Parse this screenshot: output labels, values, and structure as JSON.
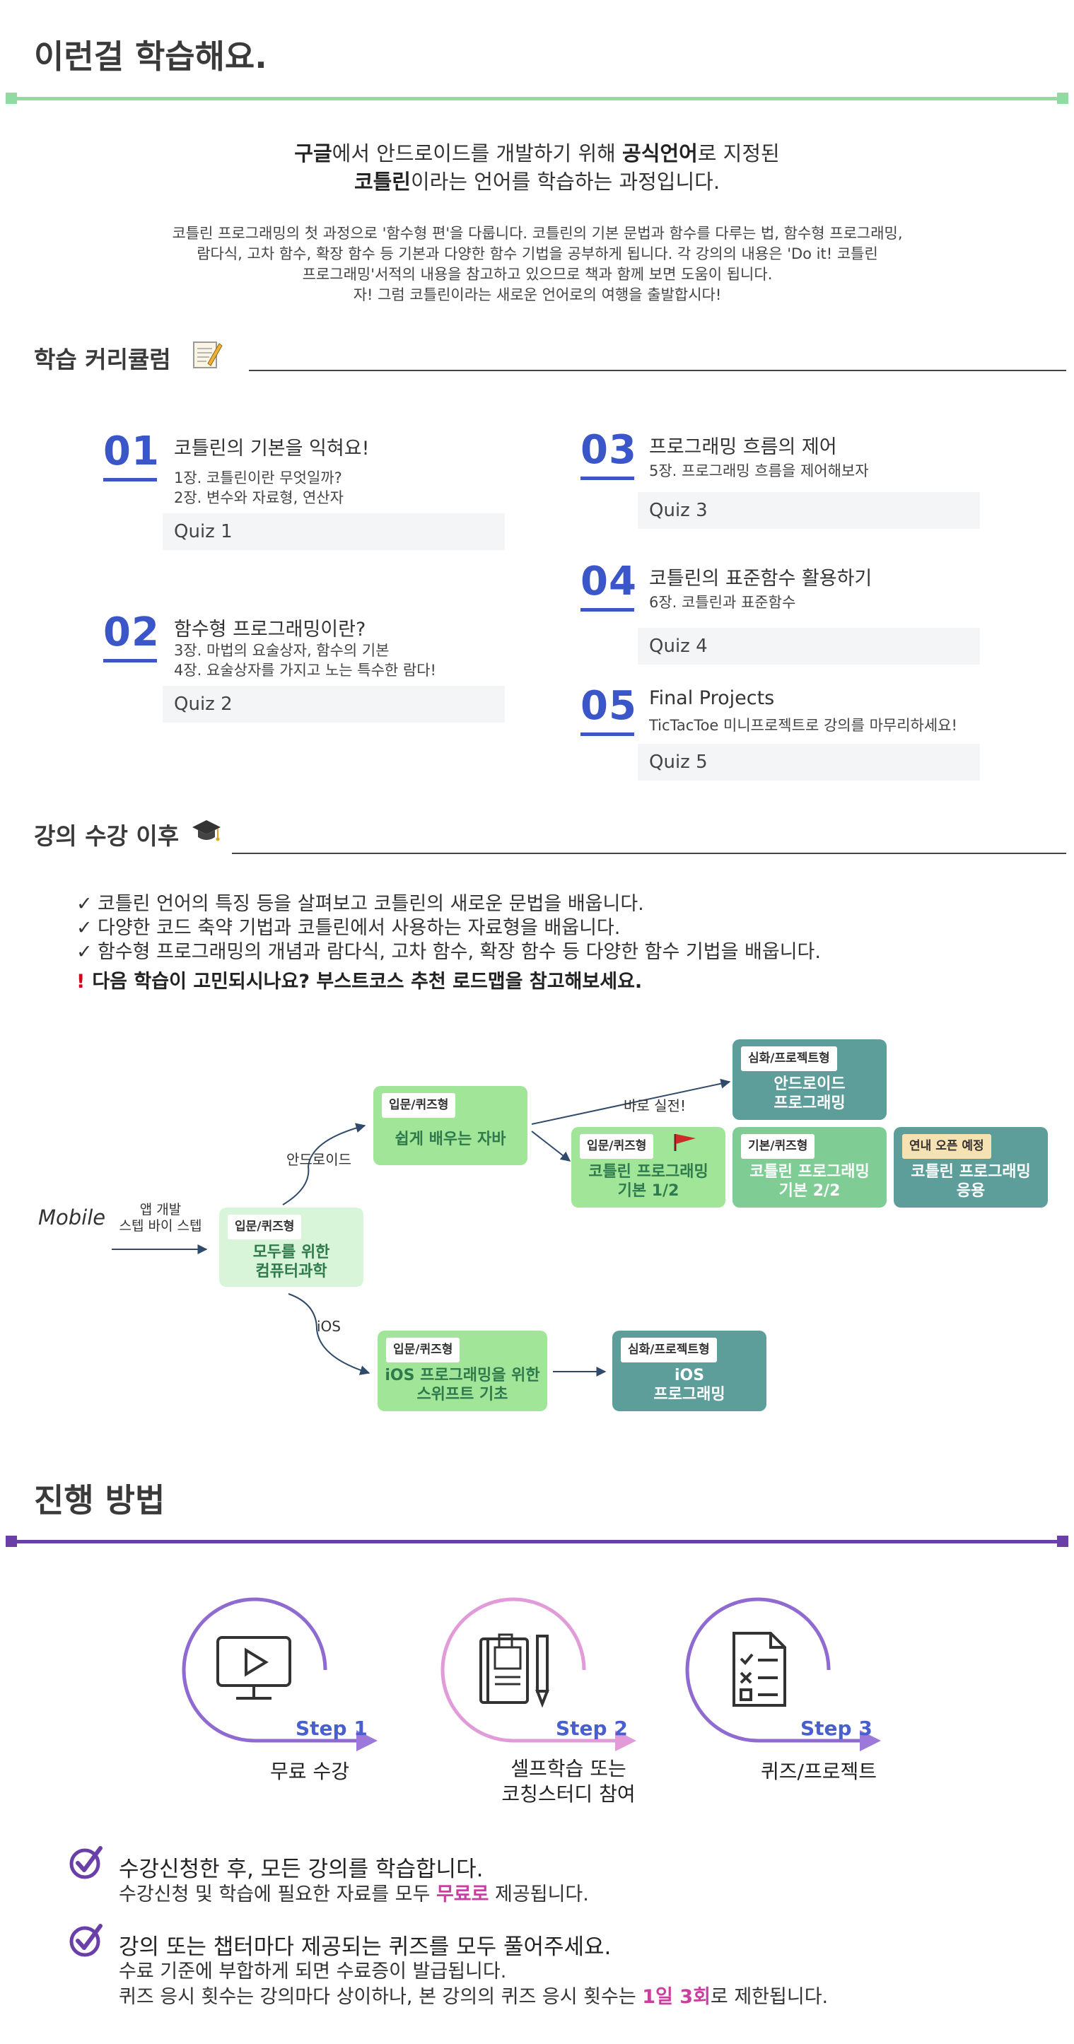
{
  "sections": {
    "learn_title": "이런걸 학습해요.",
    "progress_title": "진행 방법"
  },
  "colors": {
    "green_rule": "#8fdca3",
    "purple_rule": "#6b3fa8",
    "accent_blue": "#3a56c8",
    "highlight_pink": "#c93f9f"
  },
  "intro": {
    "lead_line1_a": "구글",
    "lead_line1_b": "에서 안드로이드를 개발하기 위해 ",
    "lead_line1_c": "공식언어",
    "lead_line1_d": "로 지정된",
    "lead_line2_a": "코틀린",
    "lead_line2_b": "이라는 언어를 학습하는 과정입니다.",
    "body_line1": "코틀린 프로그래밍의 첫 과정으로 '함수형 편'을 다룹니다. 코틀린의 기본 문법과 함수를 다루는 법, 함수형 프로그래밍,",
    "body_line2": "람다식, 고차 함수, 확장 함수 등 기본과 다양한 함수 기법을 공부하게 됩니다. 각 강의의 내용은 'Do it! 코틀린",
    "body_line3": "프로그래밍'서적의 내용을 참고하고 있으므로 책과 함께 보면 도움이 됩니다.",
    "body_line4": "자! 그럼 코틀린이라는 새로운 언어로의 여행을 출발합시다!"
  },
  "curriculum": {
    "heading": "학습 커리큘럼",
    "heading_icon": "memo-icon",
    "items": [
      {
        "num": "01",
        "title": "코틀린의 기본을 익혀요!",
        "desc1": "1장. 코틀린이란 무엇일까?",
        "desc2": "2장. 변수와 자료형, 연산자",
        "quiz": "Quiz 1"
      },
      {
        "num": "02",
        "title": "함수형 프로그래밍이란?",
        "desc1": "3장. 마법의 요술상자, 함수의 기본",
        "desc2": "4장. 요술상자를 가지고 노는 특수한 람다!",
        "quiz": "Quiz 2"
      },
      {
        "num": "03",
        "title": "프로그래밍 흐름의 제어",
        "desc1": "5장. 프로그래밍 흐름을 제어해보자",
        "desc2": "",
        "quiz": "Quiz 3"
      },
      {
        "num": "04",
        "title": "코틀린의 표준함수 활용하기",
        "desc1": "6장. 코틀린과 표준함수",
        "desc2": "",
        "quiz": "Quiz 4"
      },
      {
        "num": "05",
        "title": "Final Projects",
        "desc1": "TicTacToe 미니프로젝트로 강의를 마무리하세요!",
        "desc2": "",
        "quiz": "Quiz 5"
      }
    ]
  },
  "after": {
    "heading": "강의 수강 이후",
    "heading_icon": "graduation-cap-icon",
    "items": [
      "코틀린 언어의 특징 등을 살펴보고 코틀린의 새로운 문법을 배웁니다.",
      "다양한 코드 축약 기법과 코틀린에서 사용하는 자료형을 배웁니다.",
      "함수형 프로그래밍의 개념과 람다식, 고차 함수, 확장 함수 등 다양한 함수 기법을 배웁니다."
    ],
    "bang": "!",
    "notice": "다음 학습이 고민되시나요? 부스트코스 추천 로드맵을 참고해보세요."
  },
  "roadmap": {
    "start": "Mobile",
    "app_dev": "앱 개발\n스텝 바이 스텝",
    "android": "안드로이드",
    "ios": "iOS",
    "go_practice": "바로 실전!",
    "boxes": {
      "cs": {
        "tag": "입문/퀴즈형",
        "title": "모두를 위한\n컴퓨터과학"
      },
      "java": {
        "tag": "입문/퀴즈형",
        "title": "쉽게 배우는 자바"
      },
      "kotlin1": {
        "tag": "입문/퀴즈형",
        "title": "코틀린 프로그래밍\n기본 1/2"
      },
      "kotlin2": {
        "tag": "기본/퀴즈형",
        "title": "코틀린 프로그래밍\n기본 2/2"
      },
      "kotlin_app": {
        "tag": "연내 오픈 예정",
        "title": "코틀린 프로그래밍\n응용"
      },
      "android": {
        "tag": "심화/프로젝트형",
        "title": "안드로이드\n프로그래밍"
      },
      "swift": {
        "tag": "입문/퀴즈형",
        "title": "iOS 프로그래밍을 위한\n스위프트 기초"
      },
      "ios": {
        "tag": "심화/프로젝트형",
        "title": "iOS\n프로그래밍"
      }
    },
    "box_colors": {
      "light": "#d8f5da",
      "green": "#a1e599",
      "mid": "#7fcc95",
      "teal": "#5d9e9a"
    }
  },
  "steps": [
    {
      "label": "Step 1",
      "name": "무료 수강",
      "icon": "video-monitor-icon"
    },
    {
      "label": "Step 2",
      "name": "셀프학습 또는\n코칭스터디 참여",
      "icon": "book-pencil-icon"
    },
    {
      "label": "Step 3",
      "name": "퀴즈/프로젝트",
      "icon": "checklist-document-icon"
    }
  ],
  "notes": [
    {
      "main": "수강신청한 후, 모든 강의를 학습합니다.",
      "sub1_a": "수강신청 및 학습에 필요한 자료를 모두 ",
      "sub1_hl": "무료로",
      "sub1_b": " 제공됩니다."
    },
    {
      "main": "강의 또는 챕터마다 제공되는 퀴즈를 모두 풀어주세요.",
      "sub1": "수료 기준에 부합하게 되면 수료증이 발급됩니다.",
      "sub2_a": "퀴즈 응시 횟수는 강의마다 상이하나, 본 강의의 퀴즈 응시 횟수는 ",
      "sub2_hl": "1일 3회",
      "sub2_b": "로 제한됩니다."
    }
  ]
}
